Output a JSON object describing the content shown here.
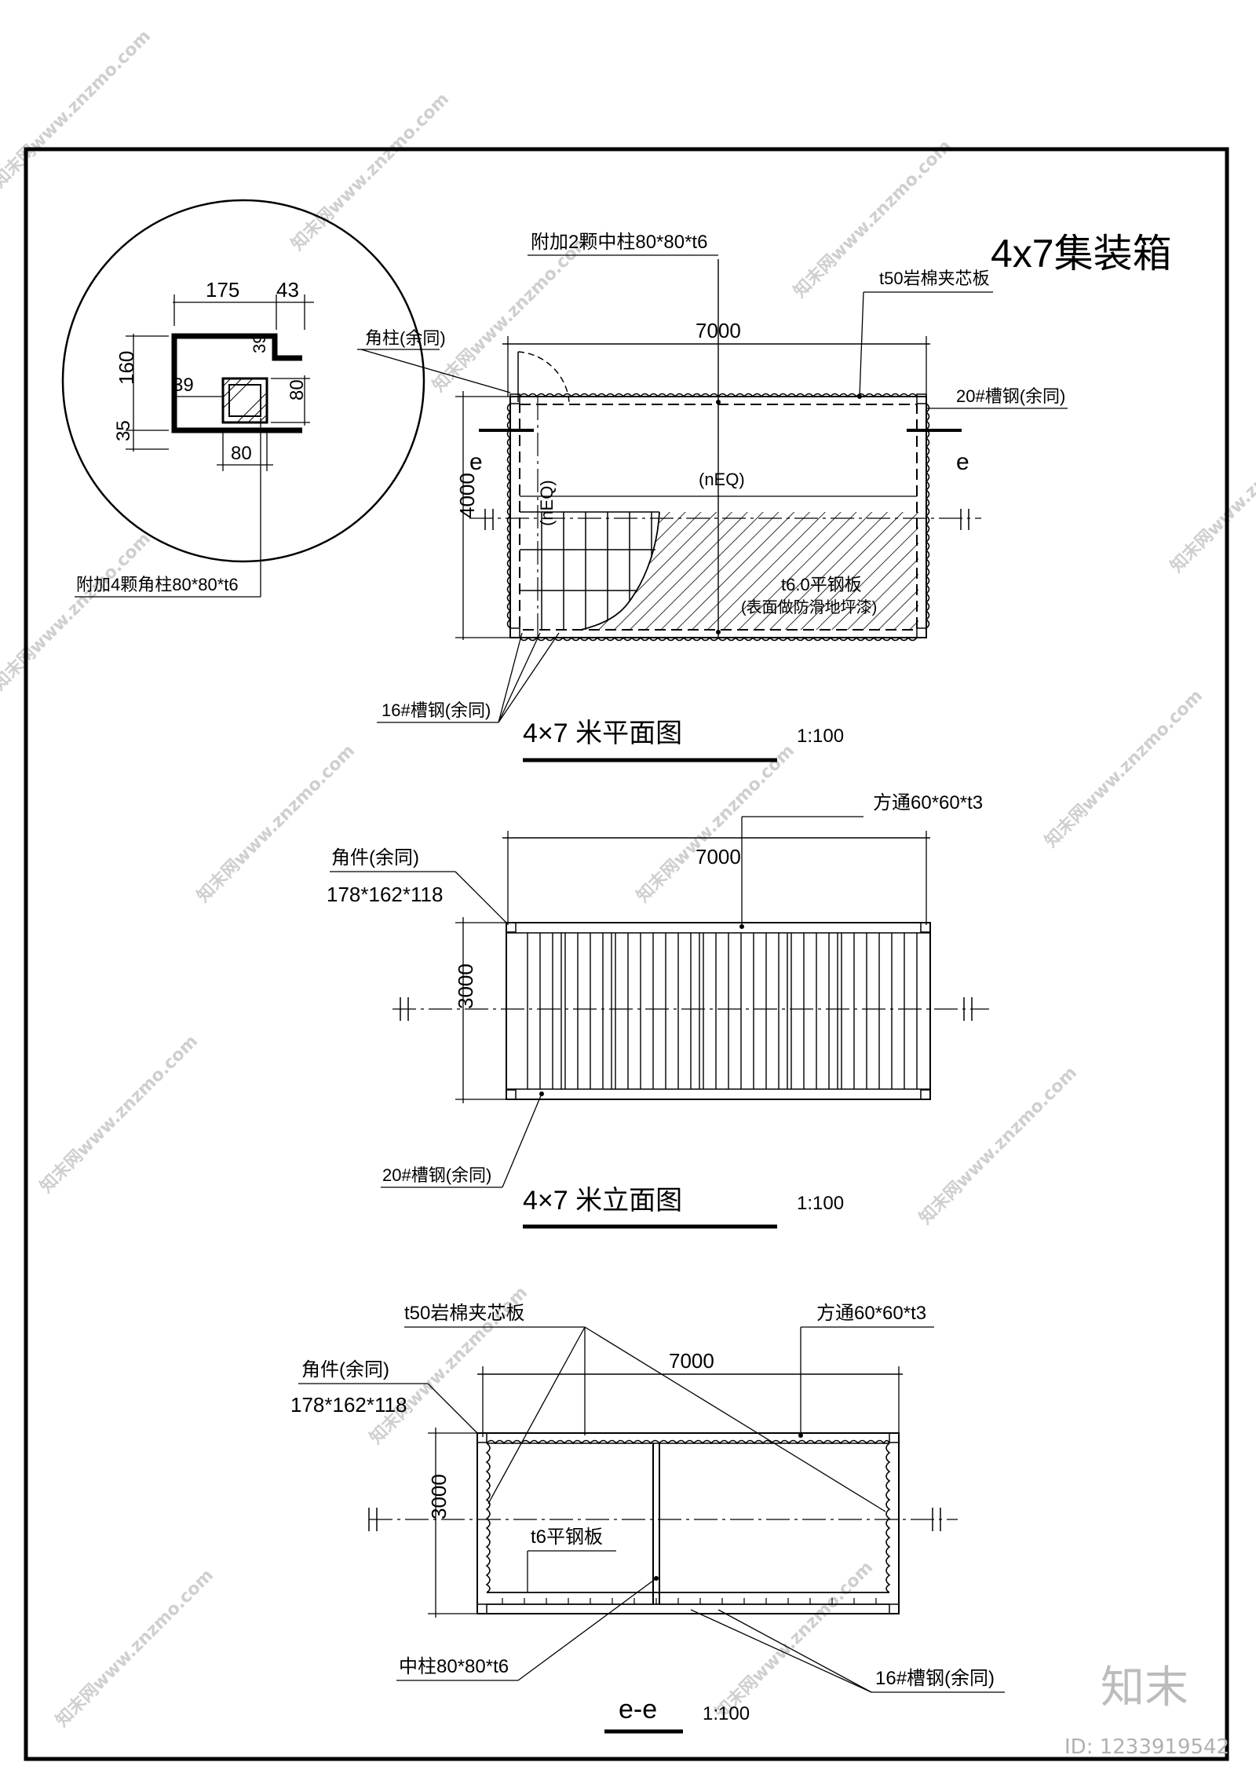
{
  "title": "4x7集装箱",
  "detail": {
    "dim_175": "175",
    "dim_43": "43",
    "dim_39_top": "39",
    "dim_160": "160",
    "dim_39_left": "39",
    "dim_80_side": "80",
    "dim_35": "35",
    "dim_80_bottom": "80",
    "corner_post_label": "角柱(余同)",
    "corner_post_note": "附加4颗角柱80*80*t6"
  },
  "plan": {
    "mid_post_note": "附加2颗中柱80*80*t6",
    "panel_note": "t50岩棉夹芯板",
    "dim_length": "7000",
    "channel20": "20#槽钢(余同)",
    "section_mark": "e",
    "eq_h": "(nEQ)",
    "eq_v": "(nEQ)",
    "dim_width": "4000",
    "plate_line1": "t6.0平钢板",
    "plate_line2": "(表面做防滑地坪漆)",
    "channel16": "16#槽钢(余同)",
    "caption": "4×7 米平面图",
    "scale": "1:100"
  },
  "elevation": {
    "tube_note": "方通60*60*t3",
    "dim_length": "7000",
    "corner_label": "角件(余同)",
    "corner_size": "178*162*118",
    "dim_height": "3000",
    "channel20": "20#槽钢(余同)",
    "caption": "4×7 米立面图",
    "scale": "1:100"
  },
  "section": {
    "panel_note": "t50岩棉夹芯板",
    "tube_note": "方通60*60*t3",
    "dim_length": "7000",
    "corner_label": "角件(余同)",
    "corner_size": "178*162*118",
    "dim_height": "3000",
    "plate_note": "t6平钢板",
    "mid_post": "中柱80*80*t6",
    "channel16": "16#槽钢(余同)",
    "caption": "e-e",
    "scale": "1:100"
  },
  "watermark": {
    "site": "知末网www.znzmo.com",
    "brand": "知末",
    "id": "ID: 1233919542"
  }
}
